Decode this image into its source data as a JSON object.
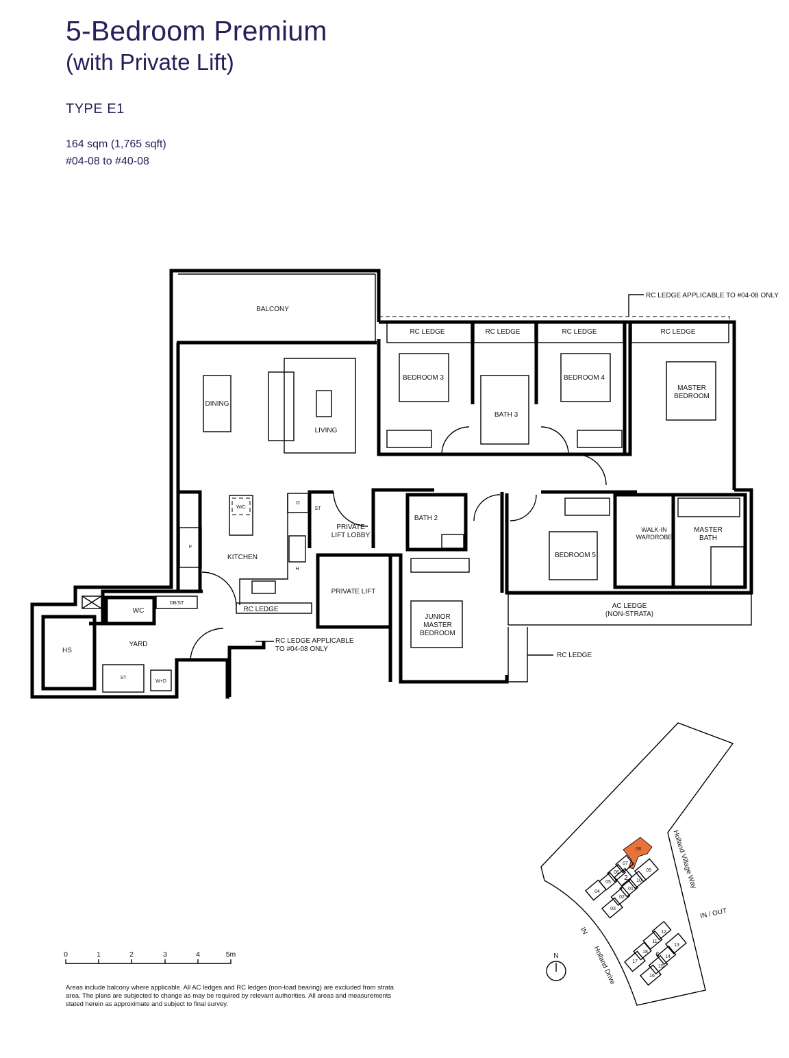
{
  "header": {
    "title": "5-Bedroom Premium",
    "subtitle": "(with Private Lift)",
    "type": "TYPE E1",
    "area": "164 sqm (1,765 sqft)",
    "units": "#04-08 to #40-08"
  },
  "rooms": {
    "balcony": "BALCONY",
    "dining": "DINING",
    "living": "LIVING",
    "kitchen": "KITCHEN",
    "bedroom3": "BEDROOM 3",
    "bath3": "BATH 3",
    "bedroom4": "BEDROOM 4",
    "master_bedroom_1": "MASTER",
    "master_bedroom_2": "BEDROOM",
    "bath2": "BATH 2",
    "lobby_1": "PRIVATE",
    "lobby_2": "LIFT LOBBY",
    "private_lift": "PRIVATE LIFT",
    "bedroom5": "BEDROOM 5",
    "walkin_1": "WALK-IN",
    "walkin_2": "WARDROBE",
    "master_bath_1": "MASTER",
    "master_bath_2": "BATH",
    "junior_1": "JUNIOR",
    "junior_2": "MASTER",
    "junior_3": "BEDROOM",
    "ac_ledge_1": "AC LEDGE",
    "ac_ledge_2": "(NON-STRATA)",
    "hs": "HS",
    "wc": "WC",
    "yard": "YARD",
    "st": "ST",
    "wd": "W+D",
    "dbst": "DB/ST",
    "wic": "W/C",
    "fridge": "F",
    "hob": "H",
    "oven": "O",
    "st2": "ST"
  },
  "ledges": {
    "rc1": "RC LEDGE",
    "rc2": "RC LEDGE",
    "rc3": "RC LEDGE",
    "rc4": "RC LEDGE",
    "rc_kitchen": "RC LEDGE",
    "rc_right": "RC LEDGE",
    "top_note": "RC LEDGE APPLICABLE TO #04-08 ONLY",
    "bottom_note_1": "RC LEDGE APPLICABLE",
    "bottom_note_2": "TO #04-08 ONLY"
  },
  "scale": {
    "ticks": [
      "0",
      "1",
      "2",
      "3",
      "4",
      "5m"
    ]
  },
  "site_plan": {
    "highlight_color": "#e8733a",
    "highlighted_unit": "08",
    "block_2_units": [
      "01",
      "02",
      "03",
      "04",
      "05",
      "06",
      "07",
      "08",
      "09",
      "10"
    ],
    "block_2_label": "2",
    "block_6_units": [
      "11",
      "12",
      "13",
      "14",
      "15",
      "16",
      "17",
      "18"
    ],
    "block_6_label": "6",
    "road_right": "Holland Village Way",
    "road_left": "Holland Drive",
    "entry_in": "IN",
    "entry_inout": "IN / OUT",
    "north": "N"
  },
  "note": "Areas include balcony where applicable. All AC ledges and RC ledges (non-load bearing) are excluded from strata area. The plans are subjected to change as may be required by relevant authorities. All areas and measurements stated herein as approximate and subject to final survey.",
  "colors": {
    "heading": "#23205a"
  }
}
